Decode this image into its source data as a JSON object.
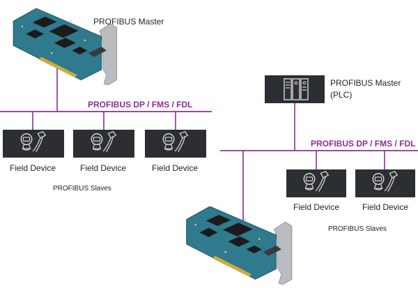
{
  "left_network": {
    "master_label": "PROFIBUS Master",
    "bus_label": "PROFIBUS DP / FMS / FDL",
    "device_labels": [
      "Field Device",
      "Field Device",
      "Field Device"
    ],
    "slaves_label": "PROFIBUS Slaves"
  },
  "right_network": {
    "master_label_line1": "PROFIBUS Master",
    "master_label_line2": "(PLC)",
    "bus_label": "PROFIBUS DP / FMS / FDL",
    "device_labels": [
      "Field Device",
      "Field Device"
    ],
    "slaves_label": "PROFIBUS Slaves"
  },
  "colors": {
    "bus": "#8b2f8f",
    "device_box": "#2b2f33",
    "device_icon": "#d8d8d8",
    "pcb": "#2f7a8c",
    "bracket": "#b9bdc2"
  }
}
